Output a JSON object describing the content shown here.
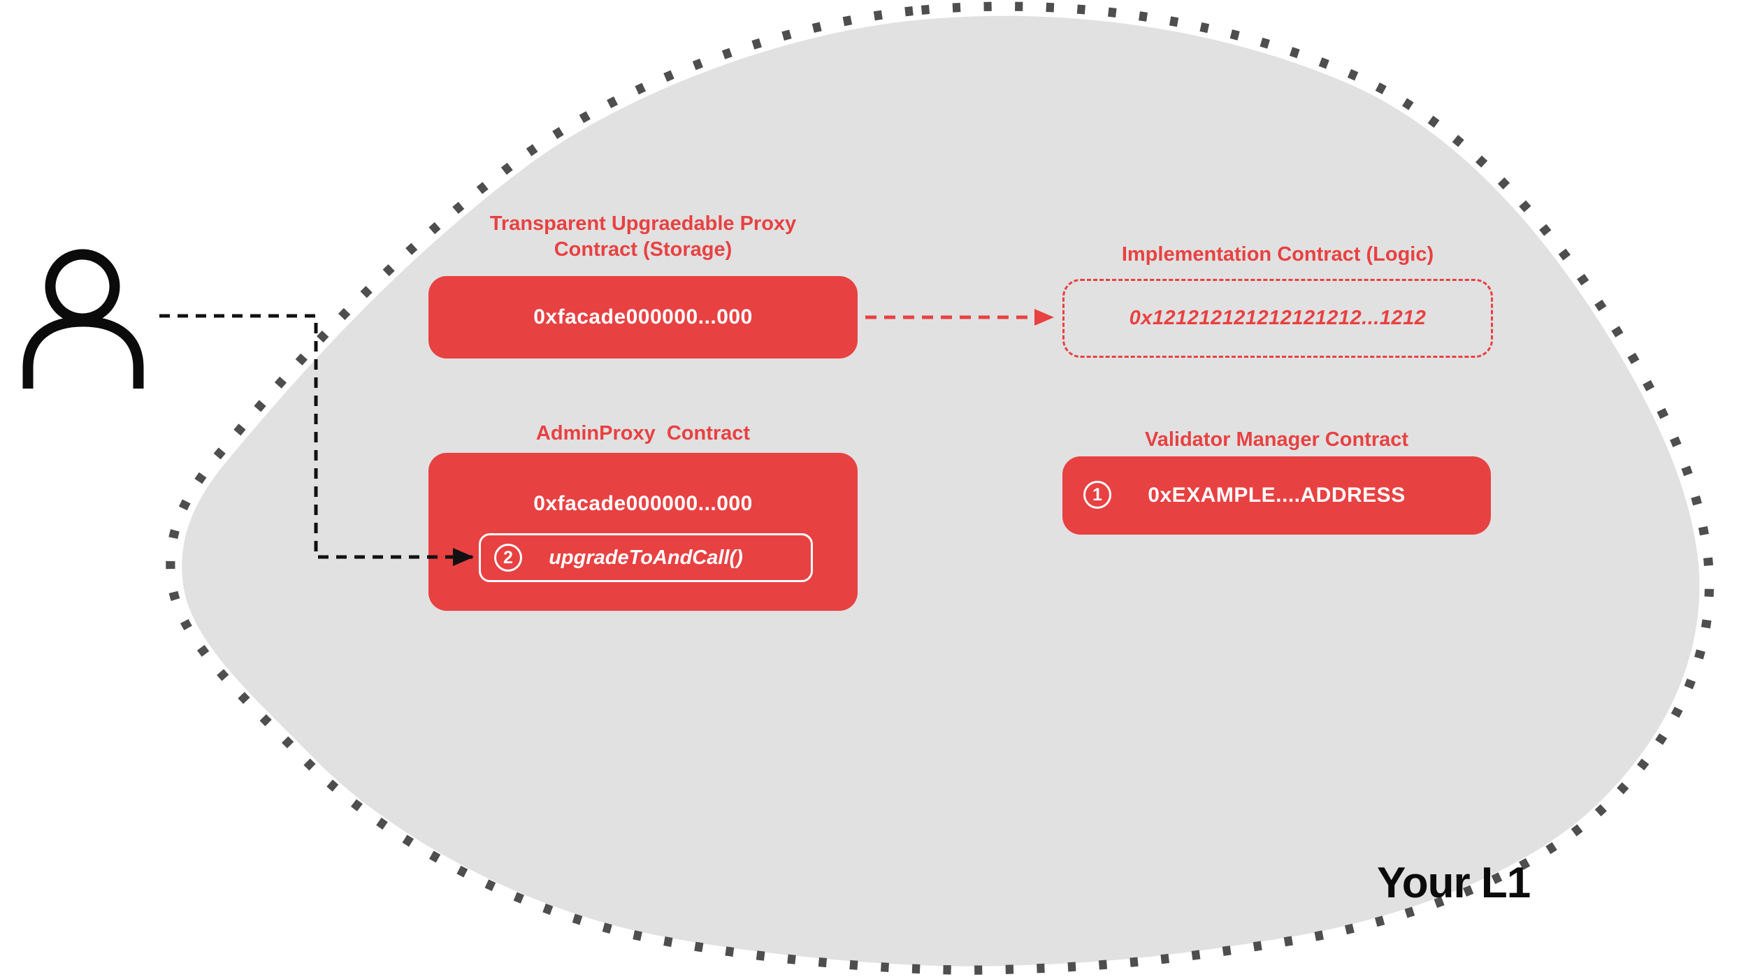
{
  "colors": {
    "red": "#E84142",
    "blob_fill": "#E1E1E1",
    "blob_dots": "#4E4E4E",
    "arrow_black": "#111111"
  },
  "region": {
    "label": "Your L1"
  },
  "proxy_contract": {
    "title_line1": "Transparent Upgraedable Proxy",
    "title_line2": "Contract (Storage)",
    "address": "0xfacade000000...000"
  },
  "implementation_contract": {
    "title": "Implementation Contract (Logic)",
    "address": "0x121212121212121212...1212"
  },
  "admin_proxy_contract": {
    "title": "AdminProxy  Contract",
    "address": "0xfacade000000...000",
    "step": "2",
    "method": "upgradeToAndCall()"
  },
  "validator_manager_contract": {
    "title": "Validator Manager Contract",
    "step": "1",
    "address": "0xEXAMPLE....ADDRESS"
  }
}
